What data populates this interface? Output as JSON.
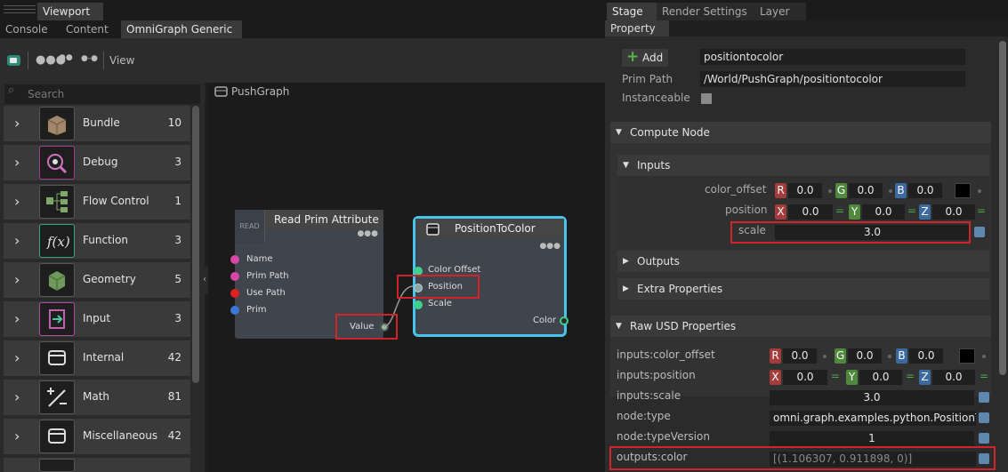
{
  "window": {
    "tabs_row1": [
      "Viewport"
    ],
    "tabs_row2": [
      "Console",
      "Content",
      "OmniGraph Generic"
    ],
    "right_tabs": [
      "Stage",
      "Render Settings",
      "Layer"
    ],
    "property_tab": "Property"
  },
  "toolbar": {
    "view_label": "View"
  },
  "library": {
    "search_placeholder": "Search",
    "categories": [
      {
        "label": "Bundle",
        "count": "10",
        "icon": "box-icon"
      },
      {
        "label": "Debug",
        "count": "3",
        "icon": "bug-icon"
      },
      {
        "label": "Flow Control",
        "count": "1",
        "icon": "flow-icon"
      },
      {
        "label": "Function",
        "count": "3",
        "icon": "function-icon"
      },
      {
        "label": "Geometry",
        "count": "5",
        "icon": "cube-icon"
      },
      {
        "label": "Input",
        "count": "3",
        "icon": "input-icon"
      },
      {
        "label": "Internal",
        "count": "42",
        "icon": "node-icon"
      },
      {
        "label": "Math",
        "count": "81",
        "icon": "math-icon"
      },
      {
        "label": "Miscellaneous",
        "count": "42",
        "icon": "node-icon"
      }
    ]
  },
  "graph": {
    "title": "PushGraph",
    "read_node": {
      "badge": "READ",
      "title": "Read Prim Attribute",
      "inputs": [
        "Name",
        "Prim Path",
        "Use Path",
        "Prim"
      ],
      "output": "Value"
    },
    "color_node": {
      "title": "PositionToColor",
      "inputs": [
        "Color Offset",
        "Position",
        "Scale"
      ],
      "output": "Color"
    },
    "colors": {
      "accent": "#45c4ec",
      "highlight": "#d0232a"
    }
  },
  "property": {
    "add_label": "Add",
    "name_value": "positiontocolor",
    "prim_path_label": "Prim Path",
    "prim_path_value": "/World/PushGraph/positiontocolor",
    "instanceable_label": "Instanceable",
    "compute_node": "Compute Node",
    "inputs_section": "Inputs",
    "color_offset_label": "color_offset",
    "color_offset": [
      "0.0",
      "0.0",
      "0.0"
    ],
    "position_label": "position",
    "position": [
      "0.0",
      "0.0",
      "0.0"
    ],
    "scale_label": "scale",
    "scale_value": "3.0",
    "outputs_section": "Outputs",
    "extra_section": "Extra Properties",
    "raw_section": "Raw USD Properties",
    "axes": [
      "R",
      "G",
      "B",
      "X",
      "Y",
      "Z"
    ],
    "raw": {
      "color_offset_label": "inputs:color_offset",
      "color_offset": [
        "0.0",
        "0.0",
        "0.0"
      ],
      "position_label": "inputs:position",
      "position": [
        "0.0",
        "0.0",
        "0.0"
      ],
      "scale_label": "inputs:scale",
      "scale_value": "3.0",
      "node_type_label": "node:type",
      "node_type_value": "omni.graph.examples.python.PositionToC",
      "type_version_label": "node:typeVersion",
      "type_version_value": "1",
      "outputs_color_label": "outputs:color",
      "outputs_color_value": "[(1.106307, 0.911898, 0)]"
    }
  }
}
